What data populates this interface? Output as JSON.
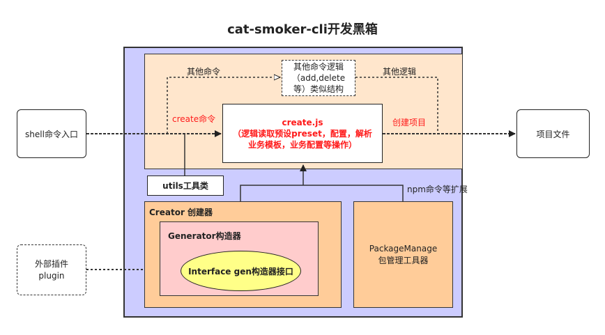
{
  "title": "cat-smoker-cli开发黑箱",
  "nodes": {
    "shell": "shell命令入口",
    "project_files": "项目文件",
    "plugin_line1": "外部插件",
    "plugin_line2": "plugin",
    "createjs_line1": "create.js",
    "createjs_line2": "（逻辑读取预设preset，配置，解析",
    "createjs_line3": "业务模板，业务配置等操作）",
    "other_logic_line1": "其他命令逻辑",
    "other_logic_line2": "（add,delete",
    "other_logic_line3": "等）类似结构",
    "utils": "utils工具类",
    "creator": "Creator 创建器",
    "generator": "Generator构造器",
    "interface": "Interface gen构造器接口",
    "package_line1": "PackageManage",
    "package_line2": "包管理工具器"
  },
  "edge_labels": {
    "other_commands": "其他命令",
    "other_logic": "其他逻辑",
    "create_command": "create命令",
    "create_project": "创建项目",
    "npm_extend": "npm命令等扩展"
  },
  "colors": {
    "outer_box": "#ccccff",
    "command_area": "#ffe6cc",
    "creator_box": "#ffcc99",
    "generator_box": "#ffcccc",
    "interface_ellipse": "#ffff88",
    "highlight_text": "#ff1a1a"
  }
}
